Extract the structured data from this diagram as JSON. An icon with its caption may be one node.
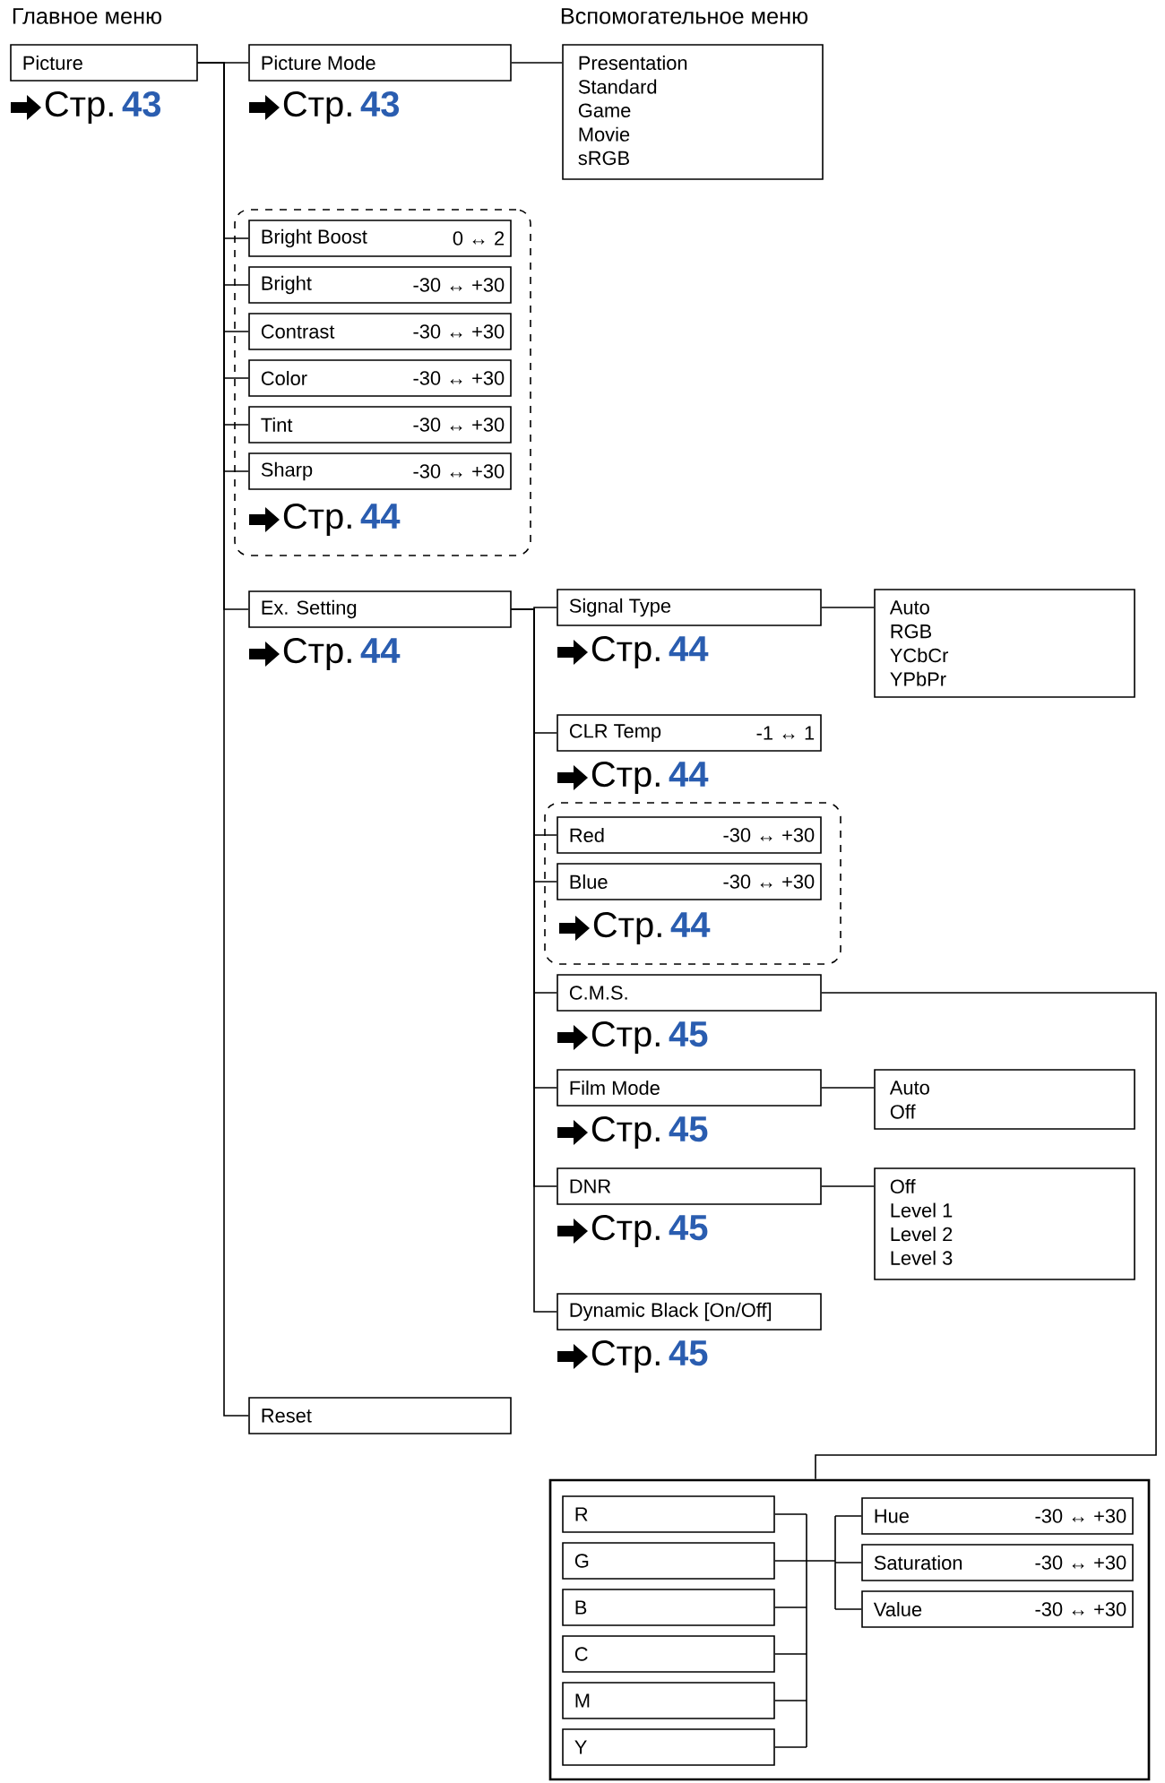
{
  "diagram": {
    "nodes": [
      {
        "text": [
          "Picture"
        ],
        "beside": [
          "Стр.",
          "43"
        ]
      },
      {
        "text": [
          "Picture Mode"
        ],
        "beside": [
          "Стр.",
          "43"
        ]
      },
      {
        "text": [
          "Presentation",
          "Standard",
          "Game",
          "Movie",
          "sRGB"
        ]
      },
      {
        "text": [
          "Стр.",
          "44"
        ]
      },
      {
        "text": [
          "Bright Boost",
          "0 ↔ 2"
        ],
        "in": 3
      },
      {
        "text": [
          "Bright",
          "-30 ↔ +30"
        ],
        "in": 3
      },
      {
        "text": [
          "Contrast",
          "-30 ↔ +30"
        ],
        "in": 3
      },
      {
        "text": [
          "Color",
          "-30 ↔ +30"
        ],
        "in": 3
      },
      {
        "text": [
          "Tint",
          "-30 ↔ +30"
        ],
        "in": 3
      },
      {
        "text": [
          "Sharp",
          "-30 ↔ +30"
        ],
        "in": 3
      },
      {
        "text": [
          "Ex. Setting"
        ],
        "beside": [
          "Стр.",
          "44"
        ]
      },
      {
        "text": [
          "Signal Type"
        ],
        "beside": [
          "Стр.",
          "44"
        ]
      },
      {
        "text": [
          "Auto",
          "RGB",
          "YCbCr",
          "YPbPr"
        ]
      },
      {
        "text": [
          "CLR Temp",
          "-1 ↔ 1"
        ],
        "beside": [
          "Стр.",
          "44"
        ]
      },
      {
        "text": [
          "Стр.",
          "44"
        ]
      },
      {
        "text": [
          "Red",
          "-30 ↔ +30"
        ],
        "in": 14
      },
      {
        "text": [
          "Blue",
          "-30 ↔ +30"
        ],
        "in": 14
      },
      {
        "text": [
          "C.M.S."
        ],
        "beside": [
          "Стр.",
          "45"
        ]
      },
      {
        "text": [
          "Film Mode"
        ],
        "beside": [
          "Стр.",
          "45"
        ]
      },
      {
        "text": [
          "Auto",
          "Off"
        ]
      },
      {
        "text": [
          "DNR"
        ],
        "beside": [
          "Стр.",
          "45"
        ]
      },
      {
        "text": [
          "Off",
          "Level 1",
          "Level 2",
          "Level 3"
        ]
      },
      {
        "text": [
          "Dynamic Black [On/Off]"
        ],
        "beside": [
          "Стр.",
          "45"
        ]
      },
      {
        "text": [
          "Reset"
        ]
      },
      {
        "text": [],
        "shape": "box"
      },
      {
        "text": [
          "R"
        ],
        "in": 24
      },
      {
        "text": [
          "G"
        ],
        "in": 24
      },
      {
        "text": [
          "B"
        ],
        "in": 24
      },
      {
        "text": [
          "C"
        ],
        "in": 24
      },
      {
        "text": [
          "M"
        ],
        "in": 24
      },
      {
        "text": [
          "Y"
        ],
        "in": 24
      },
      {
        "text": [
          "Hue",
          "-30 ↔ +30"
        ],
        "in": 24
      },
      {
        "text": [
          "Saturation",
          "-30 ↔ +30"
        ],
        "in": 24
      },
      {
        "text": [
          "Value",
          "-30 ↔ +30"
        ],
        "in": 24
      }
    ],
    "edges": [
      {
        "from": 0,
        "to": 1,
        "arrow": "none"
      },
      {
        "from": 0,
        "to": 4,
        "arrow": "none"
      },
      {
        "from": 0,
        "to": 5,
        "arrow": "none"
      },
      {
        "from": 0,
        "to": 6,
        "arrow": "none"
      },
      {
        "from": 0,
        "to": 7,
        "arrow": "none"
      },
      {
        "from": 0,
        "to": 8,
        "arrow": "none"
      },
      {
        "from": 0,
        "to": 9,
        "arrow": "none"
      },
      {
        "from": 0,
        "to": 10,
        "arrow": "none"
      },
      {
        "from": 0,
        "to": 23,
        "arrow": "none"
      },
      {
        "from": 1,
        "to": 2,
        "arrow": "none"
      },
      {
        "from": 10,
        "to": 11,
        "arrow": "none"
      },
      {
        "from": 10,
        "to": 13,
        "arrow": "none"
      },
      {
        "from": 10,
        "to": 15,
        "arrow": "none"
      },
      {
        "from": 10,
        "to": 16,
        "arrow": "none"
      },
      {
        "from": 10,
        "to": 17,
        "arrow": "none"
      },
      {
        "from": 10,
        "to": 18,
        "arrow": "none"
      },
      {
        "from": 10,
        "to": 20,
        "arrow": "none"
      },
      {
        "from": 10,
        "to": 22,
        "arrow": "none"
      },
      {
        "from": 11,
        "to": 12,
        "arrow": "none"
      },
      {
        "from": 18,
        "to": 19,
        "arrow": "none"
      },
      {
        "from": 20,
        "to": 21,
        "arrow": "none"
      },
      {
        "from": 17,
        "to": 24,
        "arrow": "none"
      },
      {
        "from": 25,
        "to": 31,
        "arrow": "none"
      },
      {
        "from": 25,
        "to": 32,
        "arrow": "none"
      },
      {
        "from": 25,
        "to": 33,
        "arrow": "none"
      },
      {
        "from": 26,
        "to": 31,
        "arrow": "none"
      },
      {
        "from": 26,
        "to": 32,
        "arrow": "none"
      },
      {
        "from": 26,
        "to": 33,
        "arrow": "none"
      },
      {
        "from": 27,
        "to": 31,
        "arrow": "none"
      },
      {
        "from": 27,
        "to": 32,
        "arrow": "none"
      },
      {
        "from": 27,
        "to": 33,
        "arrow": "none"
      },
      {
        "from": 28,
        "to": 31,
        "arrow": "none"
      },
      {
        "from": 28,
        "to": 32,
        "arrow": "none"
      },
      {
        "from": 28,
        "to": 33,
        "arrow": "none"
      },
      {
        "from": 29,
        "to": 31,
        "arrow": "none"
      },
      {
        "from": 29,
        "to": 32,
        "arrow": "none"
      },
      {
        "from": 29,
        "to": 33,
        "arrow": "none"
      },
      {
        "from": 30,
        "to": 31,
        "arrow": "none"
      },
      {
        "from": 30,
        "to": 32,
        "arrow": "none"
      },
      {
        "from": 30,
        "to": 33,
        "arrow": "none"
      }
    ],
    "labels": [
      "Главное меню",
      "Вспомогательное меню"
    ]
  }
}
